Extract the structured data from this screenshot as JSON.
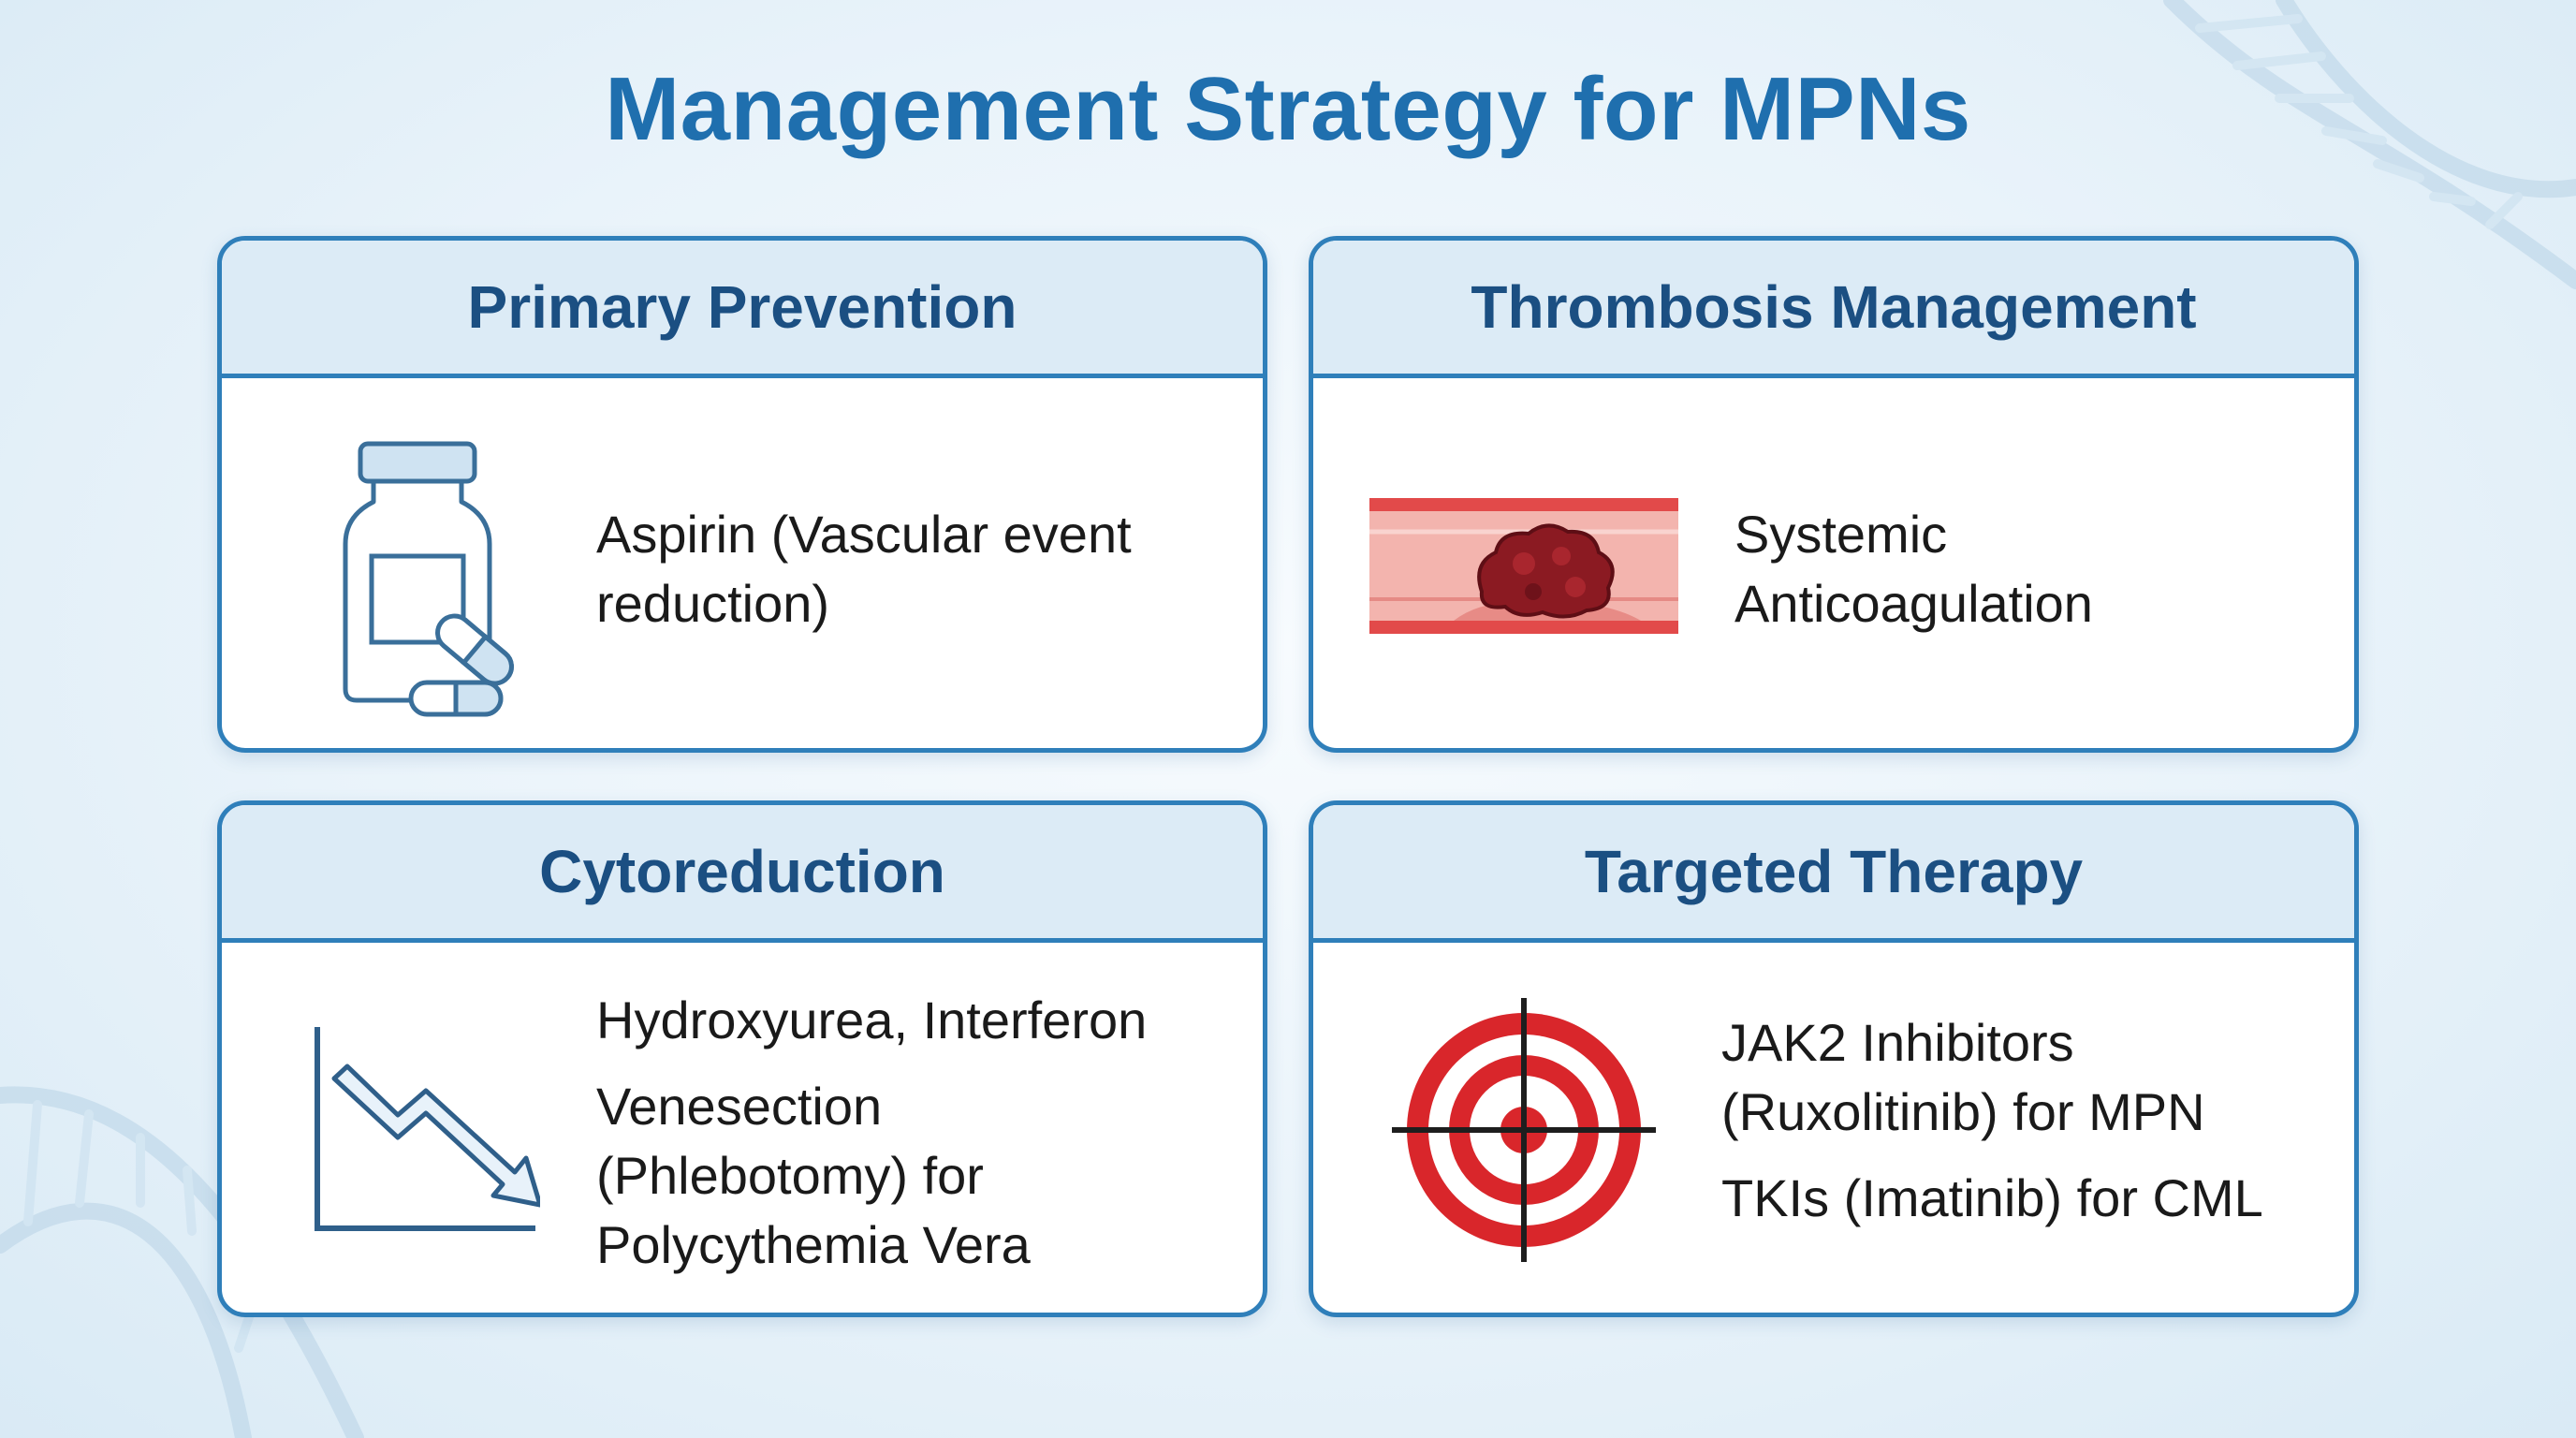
{
  "title": "Management Strategy for MPNs",
  "cards": [
    {
      "heading": "Primary Prevention",
      "icon": "pill-bottle-icon",
      "lines": [
        "Aspirin (Vascular event",
        "reduction)"
      ]
    },
    {
      "heading": "Thrombosis Management",
      "icon": "blood-clot-vessel-icon",
      "lines": [
        "Systemic",
        "Anticoagulation"
      ]
    },
    {
      "heading": "Cytoreduction",
      "icon": "downward-trend-chart-icon",
      "lines": [
        "Hydroxyurea, Interferon",
        "Venesection",
        "(Phlebotomy) for",
        "Polycythemia Vera"
      ]
    },
    {
      "heading": "Targeted Therapy",
      "icon": "target-icon",
      "lines": [
        "JAK2 Inhibitors",
        "(Ruxolitinib) for MPN",
        "TKIs (Imatinib) for CML"
      ]
    }
  ],
  "colors": {
    "title": "#1f6fae",
    "heading": "#1b4f82",
    "border": "#2f7fba",
    "header_bg": "#dcebf6",
    "target_red": "#d9262b",
    "clot": "#8b1a22"
  }
}
